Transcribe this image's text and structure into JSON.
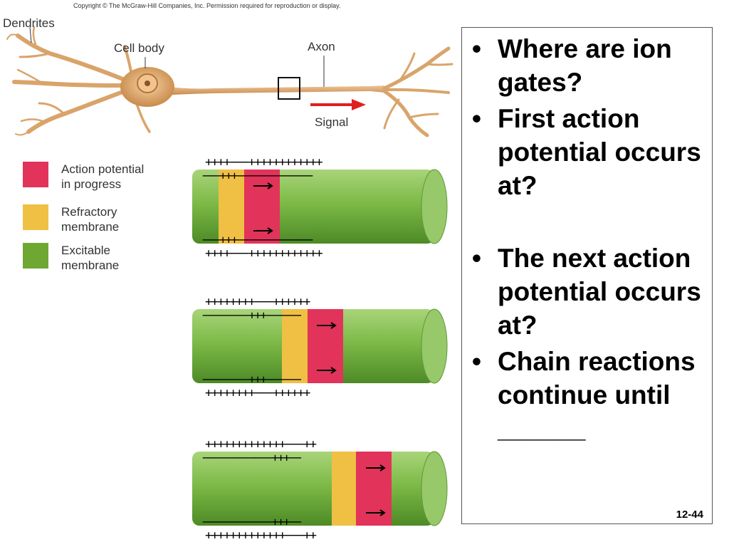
{
  "copyright": "Copyright © The McGraw-Hill Companies, Inc. Permission required for reproduction or display.",
  "neuron_labels": {
    "dendrites": "Dendrites",
    "cell_body": "Cell body",
    "axon": "Axon",
    "signal": "Signal"
  },
  "legend": [
    {
      "label_line1": "Action potential",
      "label_line2": "in progress",
      "color": "#e2335a"
    },
    {
      "label_line1": "Refractory",
      "label_line2": "membrane",
      "color": "#efc043"
    },
    {
      "label_line1": "Excitable",
      "label_line2": "membrane",
      "color": "#6ea832"
    }
  ],
  "axon_segments": [
    {
      "top_charges": "++++−−−++++++++++++",
      "inner_top": "−−−+++−−−−−−−−−−−−−",
      "inner_bottom": "−−−+++−−−−−−−−−−−−−",
      "bottom_charges": "++++−−−++++++++++++"
    },
    {
      "top_charges": "++++++++−−−++++++",
      "inner_top": "−−−−−−−−+++−−−−−−",
      "inner_bottom": "−−−−−−−−+++−−−−−−",
      "bottom_charges": "++++++++−−−++++++"
    },
    {
      "top_charges": "+++++++++++++−−−++",
      "inner_top": "−−−−−−−−−−−−+++−−",
      "inner_bottom": "−−−−−−−−−−−−+++−−",
      "bottom_charges": "+++++++++++++−−−++"
    }
  ],
  "questions": [
    "Where are ion gates?",
    "First action potential occurs at?",
    "The next action potential occurs at?",
    "Chain reactions continue until ______"
  ],
  "slide_number": "12-44",
  "colors": {
    "action_potential": "#e2335a",
    "refractory": "#efc043",
    "excitable": "#6ea832",
    "neuron": "#d9a46a",
    "signal_arrow": "#e0201e"
  }
}
